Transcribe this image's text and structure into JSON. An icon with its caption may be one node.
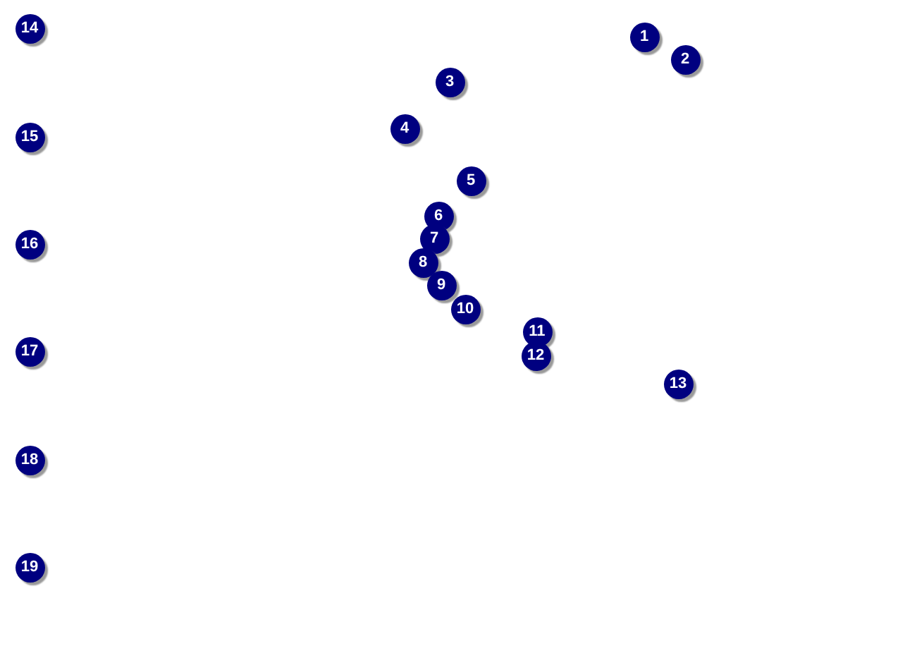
{
  "diagram": {
    "nodes": [
      {
        "text": [
          "1"
        ]
      },
      {
        "text": [
          "2"
        ]
      },
      {
        "text": [
          "3"
        ]
      },
      {
        "text": [
          "4"
        ]
      },
      {
        "text": [
          "5"
        ]
      },
      {
        "text": [
          "6"
        ]
      },
      {
        "text": [
          "7"
        ]
      },
      {
        "text": [
          "8"
        ]
      },
      {
        "text": [
          "9"
        ]
      },
      {
        "text": [
          "10"
        ]
      },
      {
        "text": [
          "11"
        ]
      },
      {
        "text": [
          "12"
        ]
      },
      {
        "text": [
          "13"
        ]
      },
      {
        "text": [
          "14"
        ]
      },
      {
        "text": [
          "15"
        ]
      },
      {
        "text": [
          "16"
        ]
      },
      {
        "text": [
          "17"
        ]
      },
      {
        "text": [
          "18"
        ]
      },
      {
        "text": [
          "19"
        ]
      }
    ]
  }
}
